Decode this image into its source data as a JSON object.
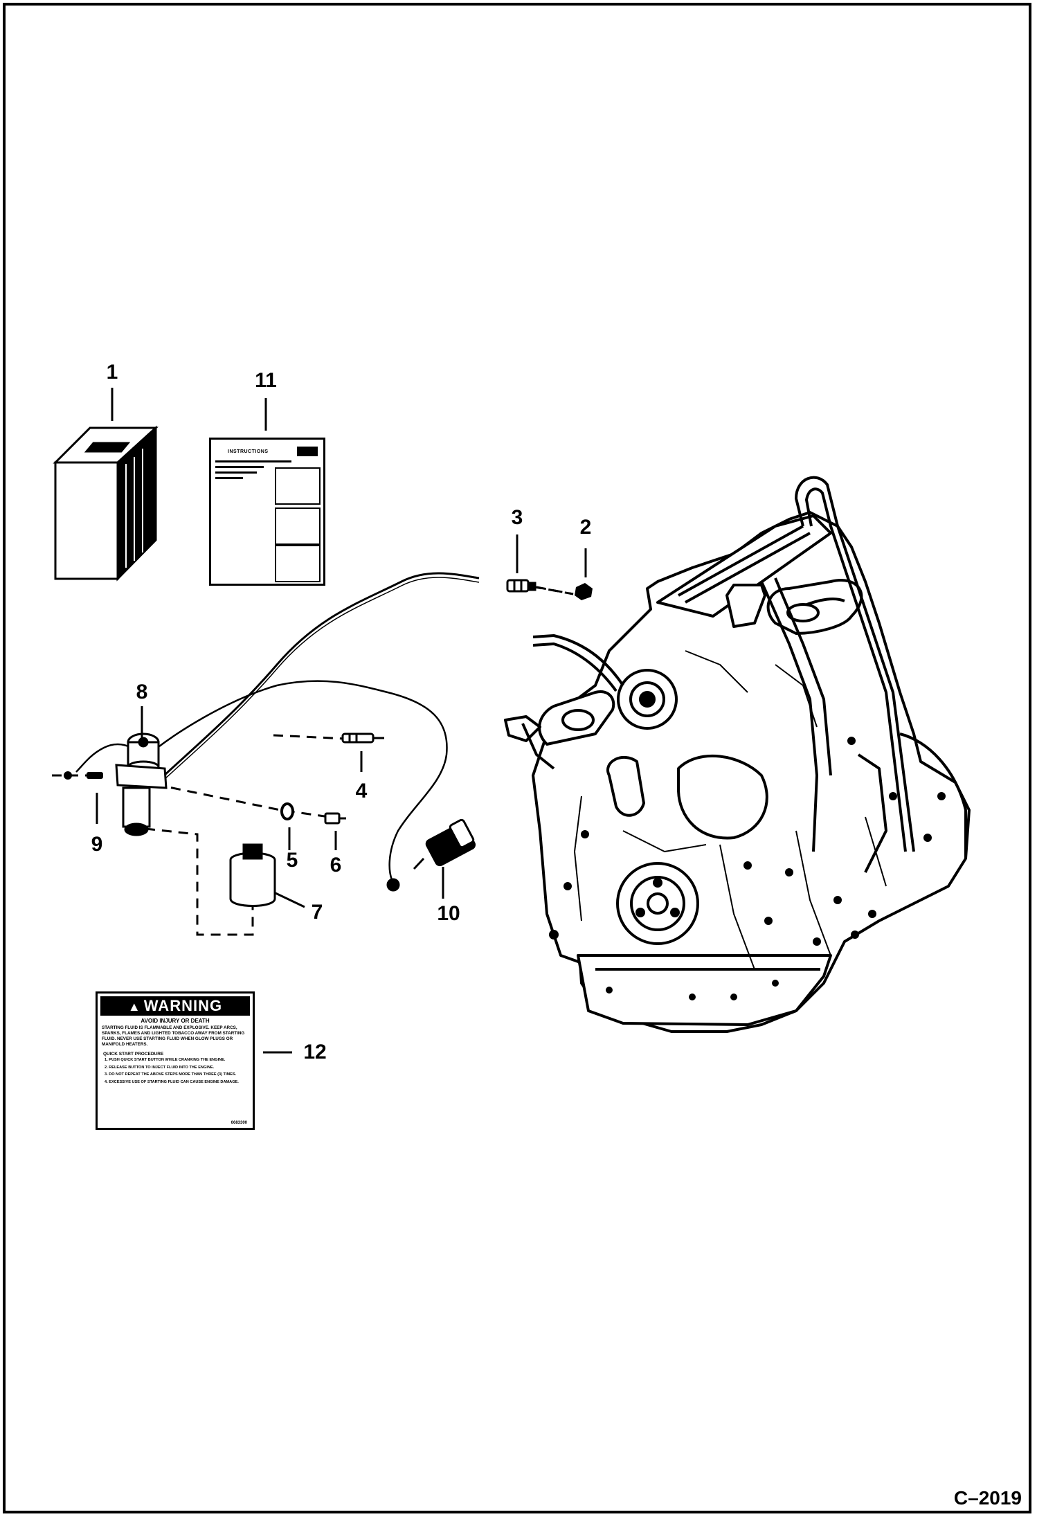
{
  "figure_id": "C–2019",
  "callouts": [
    {
      "id": "c1",
      "label": "1"
    },
    {
      "id": "c2",
      "label": "2"
    },
    {
      "id": "c3",
      "label": "3"
    },
    {
      "id": "c4",
      "label": "4"
    },
    {
      "id": "c5",
      "label": "5"
    },
    {
      "id": "c6",
      "label": "6"
    },
    {
      "id": "c7",
      "label": "7"
    },
    {
      "id": "c8",
      "label": "8"
    },
    {
      "id": "c9",
      "label": "9"
    },
    {
      "id": "c10",
      "label": "10"
    },
    {
      "id": "c11",
      "label": "11"
    },
    {
      "id": "c12",
      "label": "12"
    }
  ],
  "warning_decal": {
    "heading": "WARNING",
    "title": "AVOID INJURY OR DEATH",
    "body": "STARTING FLUID IS FLAMMABLE AND EXPLOSIVE. KEEP ARCS, SPARKS, FLAMES AND LIGHTED TOBACCO AWAY FROM STARTING FLUID. NEVER USE STARTING FLUID WHEN GLOW PLUGS OR MANIFOLD HEATERS.",
    "procedure_title": "QUICK START PROCEDURE",
    "steps": [
      "1.  PUSH QUICK START BUTTON WHILE CRANKING THE ENGINE.",
      "2.  RELEASE BUTTON TO INJECT FLUID INTO THE ENGINE.",
      "3.  DO NOT REPEAT THE ABOVE STEPS MORE THAN THREE (3) TIMES.",
      "4.  EXCESSIVE USE OF STARTING FLUID CAN CAUSE ENGINE DAMAGE."
    ],
    "code": "6683300"
  },
  "instruction_sheet": {
    "title": "INSTRUCTIONS"
  }
}
